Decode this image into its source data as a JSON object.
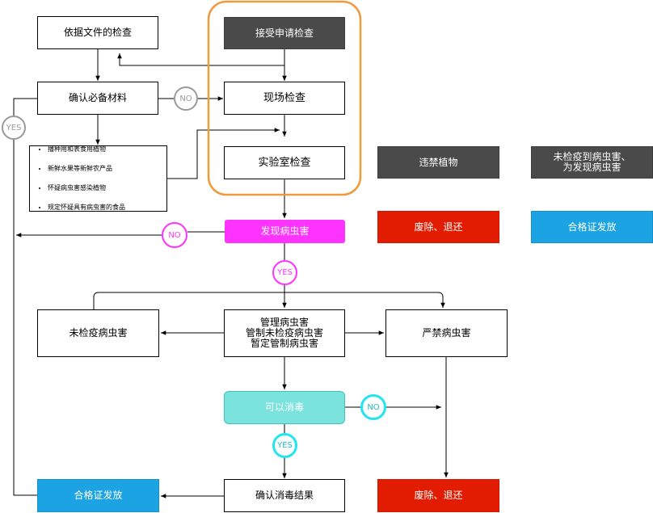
{
  "nodes": {
    "doc_check": "依据文件的检查",
    "confirm_materials": "确认必备材料",
    "accept_request": "接受申请检查",
    "site_inspection": "现场检查",
    "lab_inspection": "实验室检查",
    "banned_plants": "违禁植物",
    "unquarantined_pests": "未检疫到病虫害、\n为发现病虫害",
    "destroy_return_top": "废除、退还",
    "certificate_top": "合格证发放",
    "pest_found": "发现病虫害",
    "unquarantined_pest": "未检疫病虫害",
    "managed_pests": "管理病虫害\n管制未检疫病虫害\n暂定管制病虫害",
    "strictly_banned_pest": "严禁病虫害",
    "can_disinfect": "可以消毒",
    "certificate_bottom": "合格证发放",
    "confirm_disinfection": "确认消毒结果",
    "destroy_return_bottom": "废除、退还"
  },
  "notes_list": [
    "播种用和表食用植物",
    "新鲜水果等新鲜农产品",
    "怀疑病虫害感染植物",
    "规定怀疑具有病虫害的食品"
  ],
  "decision_labels": {
    "no_materials": "NO",
    "yes_materials": "YES",
    "no_pest": "NO",
    "yes_pest": "YES",
    "no_disinfect": "NO",
    "yes_disinfect": "YES"
  },
  "colors": {
    "dark_fill": "#4a4a4a",
    "red_fill": "#e21c00",
    "blue_fill": "#1ca3e3",
    "magenta_fill": "#ff33ff",
    "teal_fill": "#7be3de",
    "cyan_stroke": "#22e5f2",
    "grey_stroke": "#9a9a9a",
    "orange_highlight": "#ef9a3e"
  }
}
